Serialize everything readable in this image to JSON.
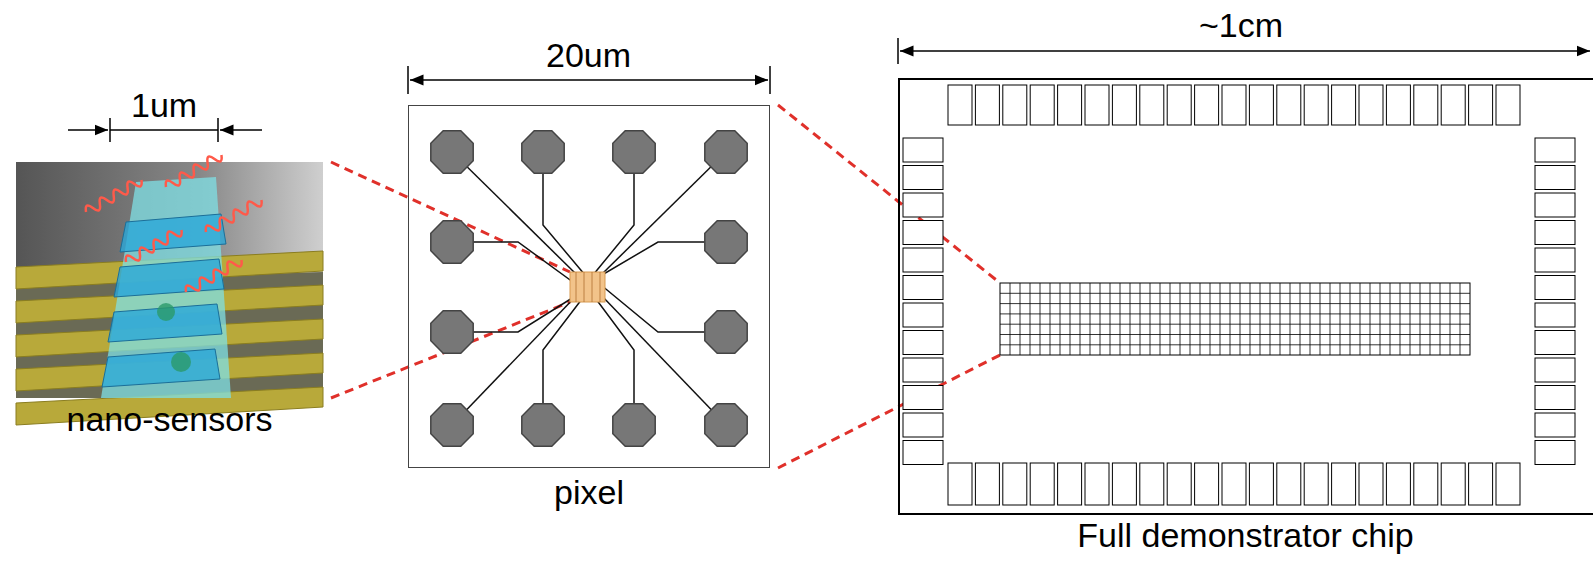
{
  "diagram": {
    "nodes": [
      {
        "text": [
          "nano-sensors"
        ]
      },
      {
        "text": [
          "pixel"
        ]
      },
      {
        "text": [
          "Full demonstrator chip"
        ]
      }
    ],
    "edges": [
      {
        "from": 0,
        "to": 1,
        "arrow": "none"
      },
      {
        "from": 1,
        "to": 2,
        "arrow": "none"
      }
    ],
    "labels": [
      "1um",
      "20um",
      "~1cm"
    ]
  }
}
